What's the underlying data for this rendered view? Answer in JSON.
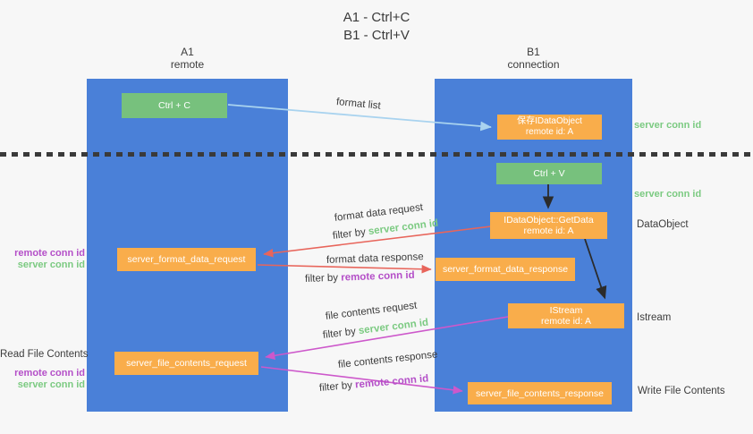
{
  "title": {
    "line1": "A1 - Ctrl+C",
    "line2": "B1 - Ctrl+V"
  },
  "columns": {
    "a1": {
      "name": "A1",
      "subtitle": "remote"
    },
    "b1": {
      "name": "B1",
      "subtitle": "connection"
    }
  },
  "nodes": {
    "ctrl_c": {
      "label": "Ctrl + C"
    },
    "ctrl_v": {
      "label": "Ctrl + V"
    },
    "save_idataobject": {
      "line1": "保存IDataObject",
      "line2": "remote id: A"
    },
    "idataobject_getdata": {
      "line1": "IDataObject::GetData",
      "line2": "remote id: A"
    },
    "istream": {
      "line1": "IStream",
      "line2": "remote id: A"
    },
    "server_format_data_request": {
      "label": "server_format_data_request"
    },
    "server_format_data_response": {
      "label": "server_format_data_response"
    },
    "server_file_contents_request": {
      "label": "server_file_contents_request"
    },
    "server_file_contents_response": {
      "label": "server_file_contents_response"
    }
  },
  "flow_labels": {
    "format_list": "format list",
    "format_data_request": "format data request",
    "format_data_response": "format data response",
    "file_contents_request": "file contents request",
    "file_contents_response": "file contents response",
    "filter_by": "filter by ",
    "server_conn_id": "server conn id",
    "remote_conn_id": "remote conn id"
  },
  "side_labels": {
    "remote_conn_id": "remote conn id",
    "server_conn_id": "server conn id",
    "read_file_contents": "Read File Contents",
    "data_object": "DataObject",
    "istream": "Istream",
    "write_file_contents": "Write File Contents"
  },
  "colors": {
    "column_blue": "#4a80d8",
    "box_green": "#77c17d",
    "box_orange": "#f9ad4b",
    "text_green": "#7bca81",
    "text_purple": "#b44fc8",
    "arrow_red": "#e8655b",
    "arrow_magenta": "#cd58cb",
    "arrow_light_blue": "#a9d3ef",
    "arrow_black": "#2b2b2b",
    "dashed_line": "#3a3a3a",
    "background": "#f7f7f7"
  }
}
